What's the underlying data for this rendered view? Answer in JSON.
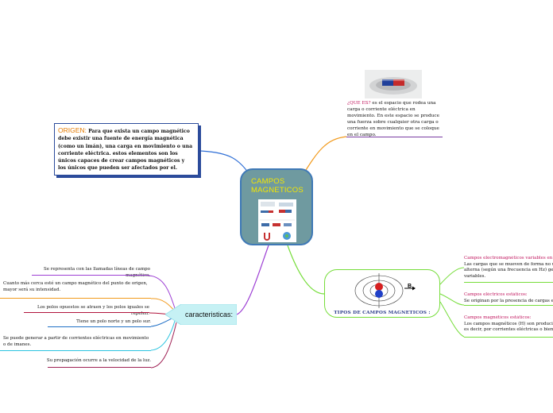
{
  "central": {
    "title_line1": "CAMPOS",
    "title_line2": "MAGNETICOS"
  },
  "origen": {
    "label": "ORIGEN:",
    "text": "Para que exista un campo magnético debe existir una fuente de energía magnética (como un imán), una carga en movimiento o una corriente eléctrica. estos elementos son los únicos capaces de crear campos magnéticos y los únicos que pueden ser afectados por el."
  },
  "que_es": {
    "label": "¿QUE ES?",
    "text": "es el espacio que rodea una carga o corriente eléctrica en movimiento. En este espacio se produce una fuerza sobre cualquier otra carga o corriente en movimiento que se coloque en el campo."
  },
  "tipos": {
    "label": "TIPOS DE CAMPOS MAGNETICOS :",
    "diagram_letter": "B",
    "items": [
      {
        "title": "Campos electromagnéticos variables en el tiempo",
        "lines": [
          "Las cargas que se mueven de forma no uniforme",
          "alterna (según una frecuencia en Hz) generan",
          "variables."
        ]
      },
      {
        "title": "Campos eléctricos estáticos:",
        "lines": [
          "Se originan por la presencia de cargas eléctricas s"
        ]
      },
      {
        "title": "Campos magnéticos estáticos:",
        "lines": [
          "Los campos magnéticos (H) son producidos p",
          "es decir, por corrientes eléctricas o bien por im"
        ]
      }
    ]
  },
  "caracteristicas": {
    "label": "caracteristicas:",
    "items": [
      {
        "text": "Se representa con las llamadas líneas de campo magnético.",
        "color": "#9d3fd4"
      },
      {
        "text": "Cuanto más cerca esté un campo magnético del punto de origen, mayor será su intensidad.",
        "color": "#f29a1c"
      },
      {
        "text": "Los polos opuestos se atraen y los polos iguales se repelen.",
        "color": "#b0143c"
      },
      {
        "text": "Tiene un polo norte y un polo sur.",
        "color": "#1f6fc6"
      },
      {
        "text": "Se puede generar a partir de corrientes eléctricas en movimiento o de imanes.",
        "color": "#2bc4e0"
      },
      {
        "text": "Su propagación ocurre a la velocidad de la luz.",
        "color": "#a02255"
      }
    ]
  },
  "colors": {
    "central_fill": "#6f9aa0",
    "central_border": "#3f79b6",
    "central_title": "#f4e600",
    "origen_link": "#2f6fd6",
    "que_link": "#f29a1c",
    "tipos_link": "#76dd3a",
    "carac_link": "#9d3fd4",
    "carac_fill": "#c6f1f4"
  }
}
